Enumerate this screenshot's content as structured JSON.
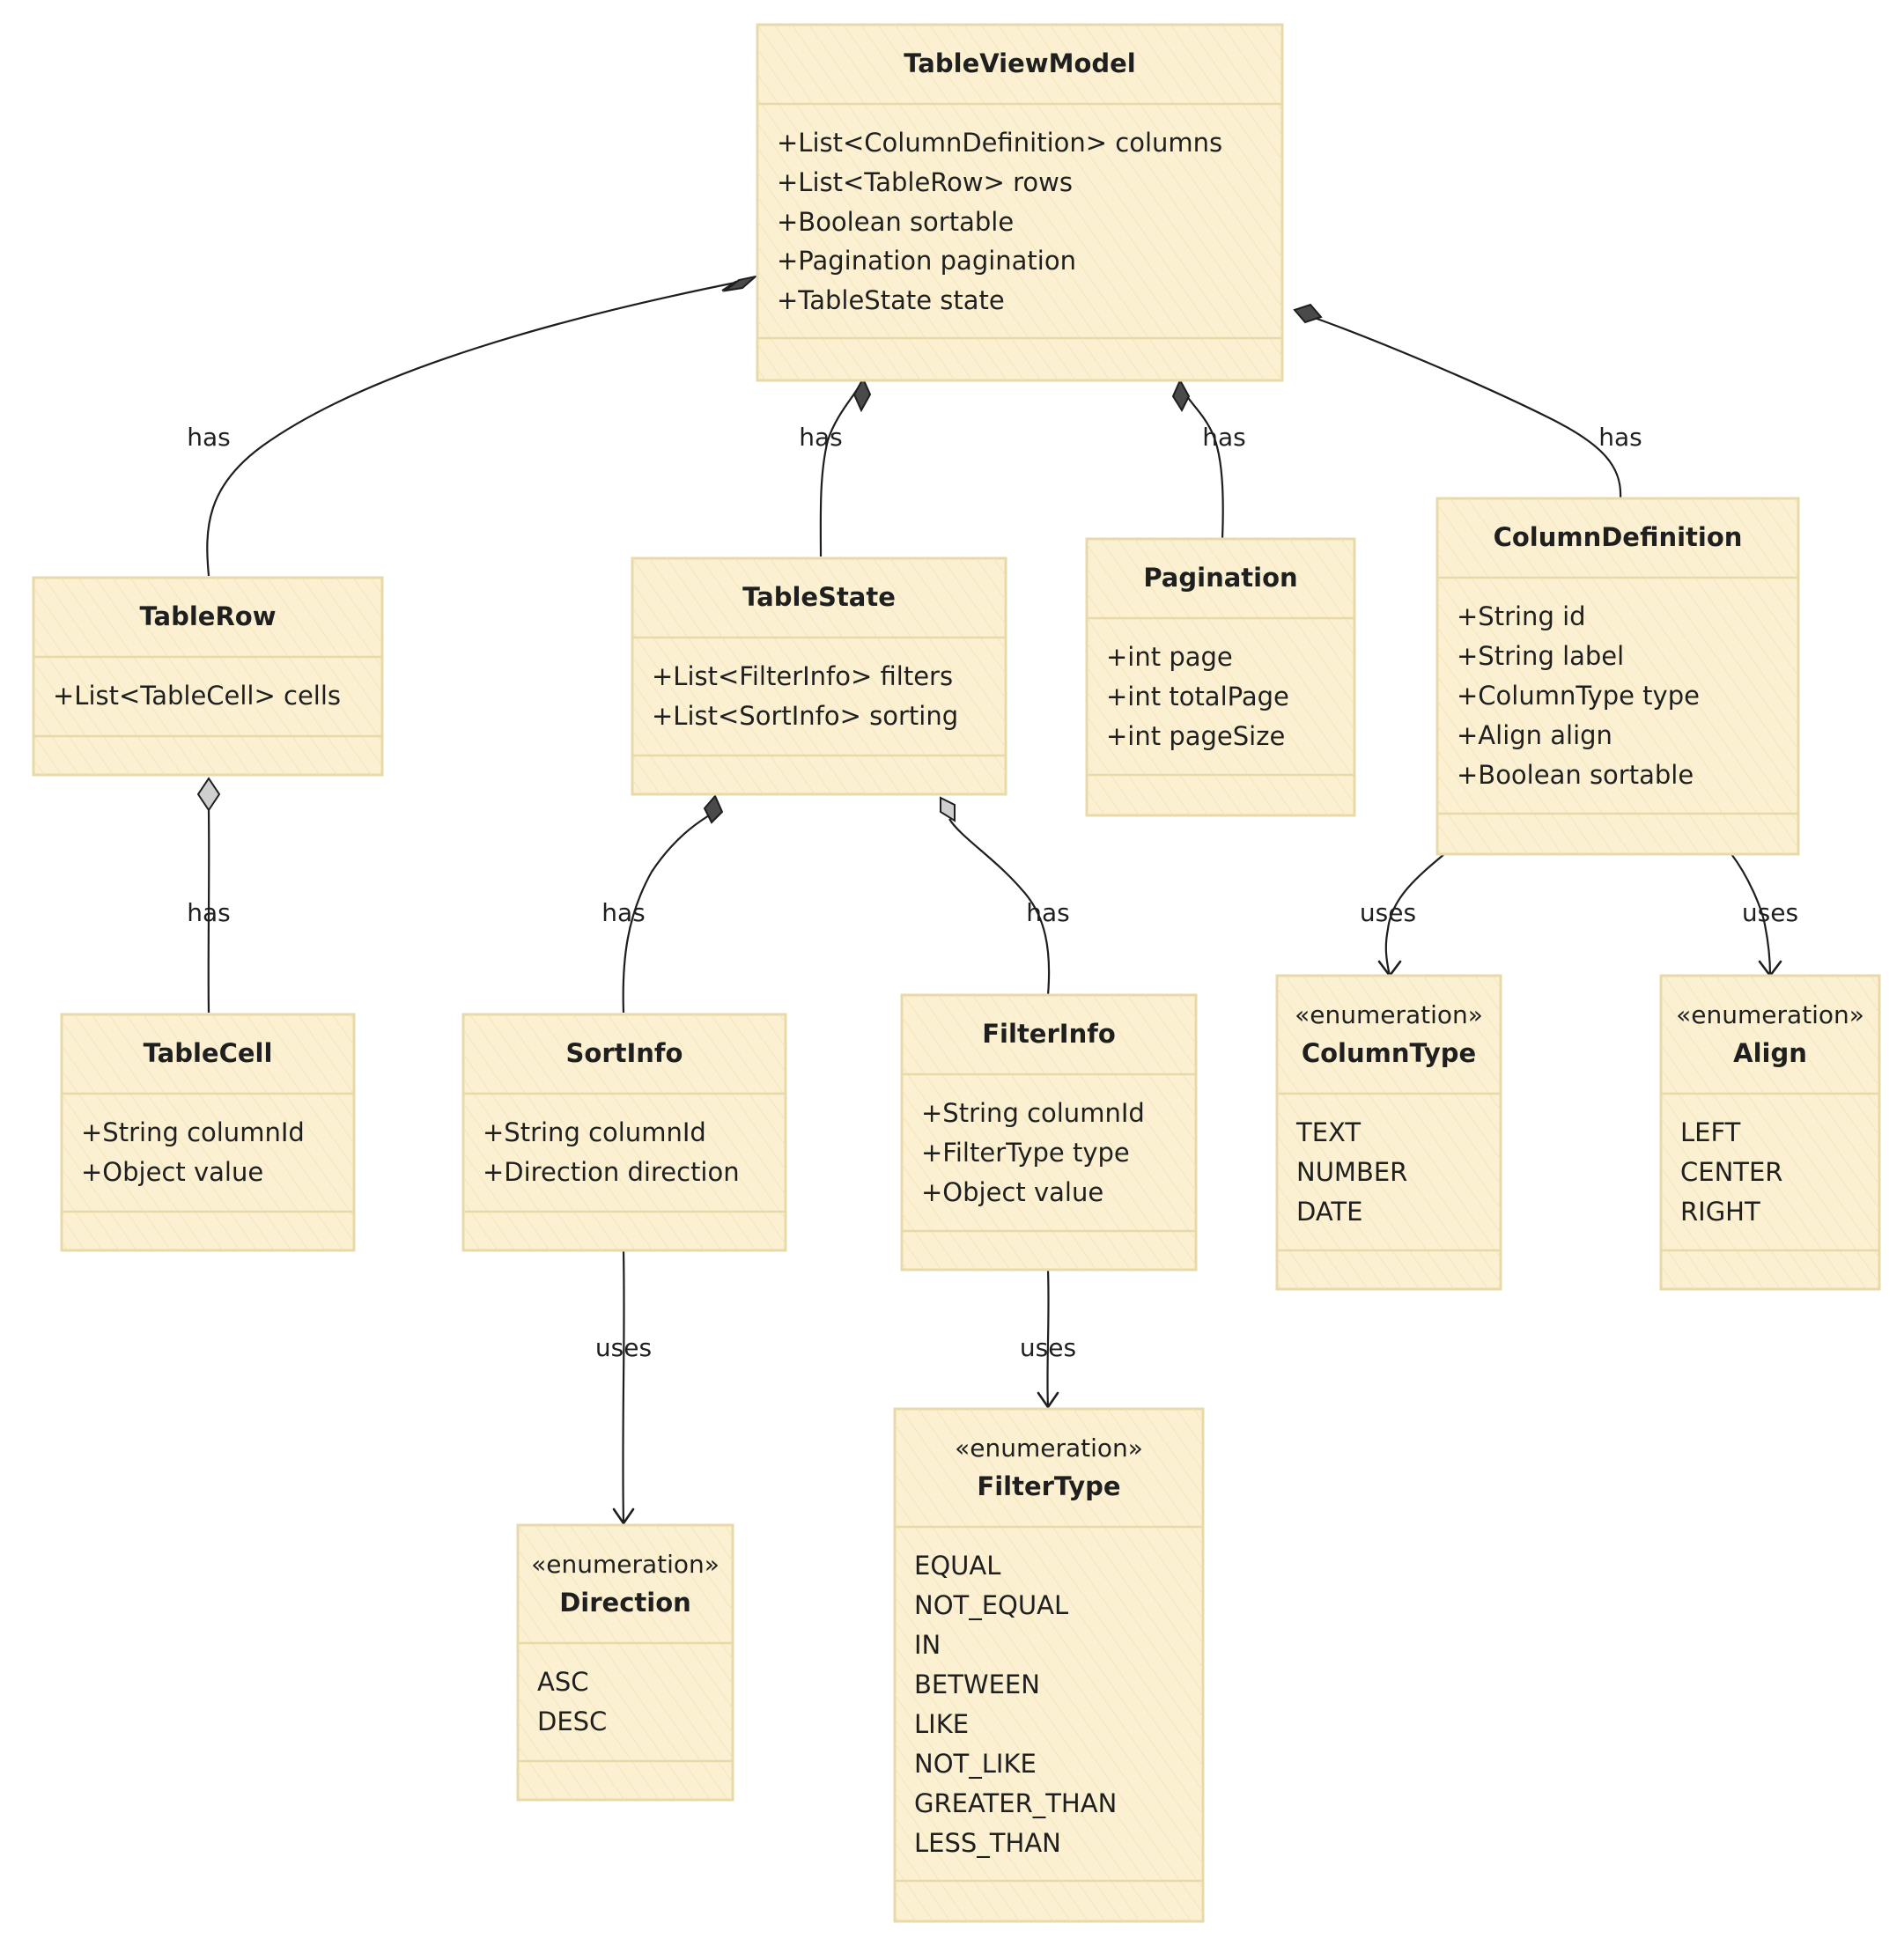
{
  "classes": {
    "tableviewmodel": {
      "name": "TableViewModel",
      "stereotype": "",
      "members": [
        "+List<ColumnDefinition> columns",
        "+List<TableRow> rows",
        "+Boolean sortable",
        "+Pagination pagination",
        "+TableState state"
      ]
    },
    "tablerow": {
      "name": "TableRow",
      "stereotype": "",
      "members": [
        "+List<TableCell> cells"
      ]
    },
    "tablestate": {
      "name": "TableState",
      "stereotype": "",
      "members": [
        "+List<FilterInfo> filters",
        "+List<SortInfo> sorting"
      ]
    },
    "pagination": {
      "name": "Pagination",
      "stereotype": "",
      "members": [
        "+int page",
        "+int totalPage",
        "+int pageSize"
      ]
    },
    "columndefinition": {
      "name": "ColumnDefinition",
      "stereotype": "",
      "members": [
        "+String id",
        "+String label",
        "+ColumnType type",
        "+Align align",
        "+Boolean sortable"
      ]
    },
    "tablecell": {
      "name": "TableCell",
      "stereotype": "",
      "members": [
        "+String columnId",
        "+Object value"
      ]
    },
    "sortinfo": {
      "name": "SortInfo",
      "stereotype": "",
      "members": [
        "+String columnId",
        "+Direction direction"
      ]
    },
    "filterinfo": {
      "name": "FilterInfo",
      "stereotype": "",
      "members": [
        "+String columnId",
        "+FilterType type",
        "+Object value"
      ]
    },
    "columntype": {
      "name": "ColumnType",
      "stereotype": "«enumeration»",
      "members": [
        "TEXT",
        "NUMBER",
        "DATE"
      ]
    },
    "align": {
      "name": "Align",
      "stereotype": "«enumeration»",
      "members": [
        "LEFT",
        "CENTER",
        "RIGHT"
      ]
    },
    "direction": {
      "name": "Direction",
      "stereotype": "«enumeration»",
      "members": [
        "ASC",
        "DESC"
      ]
    },
    "filtertype": {
      "name": "FilterType",
      "stereotype": "«enumeration»",
      "members": [
        "EQUAL",
        "NOT_EQUAL",
        "IN",
        "BETWEEN",
        "LIKE",
        "NOT_LIKE",
        "GREATER_THAN",
        "LESS_THAN"
      ]
    }
  },
  "relations": [
    {
      "from": "tableviewmodel",
      "to": "tablerow",
      "label": "has",
      "kind": "composition"
    },
    {
      "from": "tableviewmodel",
      "to": "tablestate",
      "label": "has",
      "kind": "composition"
    },
    {
      "from": "tableviewmodel",
      "to": "pagination",
      "label": "has",
      "kind": "composition"
    },
    {
      "from": "tableviewmodel",
      "to": "columndefinition",
      "label": "has",
      "kind": "composition"
    },
    {
      "from": "tablerow",
      "to": "tablecell",
      "label": "has",
      "kind": "aggregation"
    },
    {
      "from": "tablestate",
      "to": "sortinfo",
      "label": "has",
      "kind": "aggregation"
    },
    {
      "from": "tablestate",
      "to": "filterinfo",
      "label": "has",
      "kind": "aggregation"
    },
    {
      "from": "columndefinition",
      "to": "columntype",
      "label": "uses",
      "kind": "dependency"
    },
    {
      "from": "columndefinition",
      "to": "align",
      "label": "uses",
      "kind": "dependency"
    },
    {
      "from": "sortinfo",
      "to": "direction",
      "label": "uses",
      "kind": "dependency"
    },
    {
      "from": "filterinfo",
      "to": "filtertype",
      "label": "uses",
      "kind": "dependency"
    }
  ]
}
